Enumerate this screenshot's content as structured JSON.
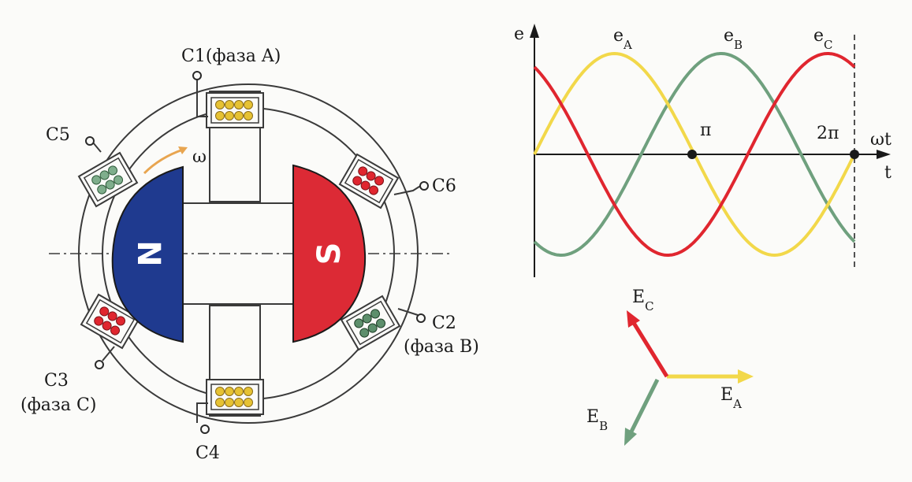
{
  "generator": {
    "terminals": {
      "c1": "C1(фаза A)",
      "c2_top": "C2",
      "c2_bottom": "(фаза B)",
      "c3_top": "C3",
      "c3_bottom": "(фаза C)",
      "c4": "C4",
      "c5": "C5",
      "c6": "C6"
    },
    "omega": "ω",
    "pole_north": "N",
    "pole_south": "S"
  },
  "graph": {
    "y_axis": "e",
    "x_axis_top": "ωt",
    "x_axis_bottom": "t",
    "pi_mark": "π",
    "two_pi_mark": "2π",
    "curve_a": {
      "base": "e",
      "sub": "A"
    },
    "curve_b": {
      "base": "e",
      "sub": "B"
    },
    "curve_c": {
      "base": "e",
      "sub": "C"
    }
  },
  "phasors": {
    "a": {
      "base": "E",
      "sub": "A"
    },
    "b": {
      "base": "E",
      "sub": "B"
    },
    "c": {
      "base": "E",
      "sub": "C"
    }
  },
  "colors": {
    "phase_a": "#f2d84a",
    "phase_b": "#6fa07e",
    "phase_c": "#e0262f",
    "north": "#1f3a8f",
    "south": "#dc2a35",
    "outline": "#3a3a3a"
  }
}
